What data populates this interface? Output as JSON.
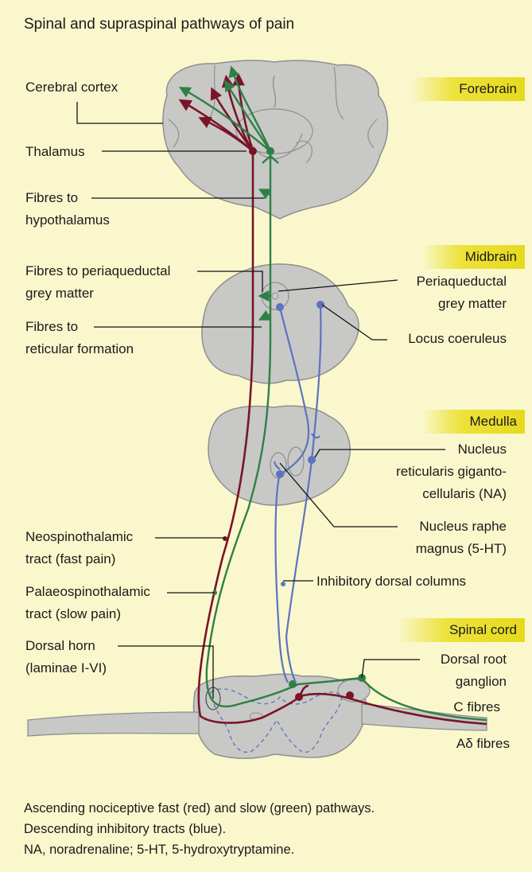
{
  "title": "Spinal and supraspinal pathways of pain",
  "regions": {
    "forebrain": "Forebrain",
    "midbrain": "Midbrain",
    "medulla": "Medulla",
    "spinal_cord": "Spinal cord"
  },
  "labels": {
    "cerebral_cortex": "Cerebral cortex",
    "thalamus": "Thalamus",
    "fibres_hypothalamus_1": "Fibres to",
    "fibres_hypothalamus_2": "hypothalamus",
    "fibres_pag_1": "Fibres to periaqueductal",
    "fibres_pag_2": "grey matter",
    "fibres_reticular_1": "Fibres to",
    "fibres_reticular_2": "reticular formation",
    "pag_1": "Periaqueductal",
    "pag_2": "grey matter",
    "locus_coeruleus": "Locus coeruleus",
    "nrgc_1": "Nucleus",
    "nrgc_2": "reticularis giganto-",
    "nrgc_3": "cellularis (NA)",
    "nrm_1": "Nucleus raphe",
    "nrm_2": "magnus (5-HT)",
    "neospino_1": "Neospinothalamic",
    "neospino_2": "tract (fast pain)",
    "palaeo_1": "Palaeospinothalamic",
    "palaeo_2": "tract (slow pain)",
    "inhibitory_dorsal_columns": "Inhibitory dorsal columns",
    "dorsal_horn_1": "Dorsal horn",
    "dorsal_horn_2": "(laminae I-VI)",
    "drg_1": "Dorsal root",
    "drg_2": "ganglion",
    "c_fibres": "C fibres",
    "a_delta_fibres": "Aδ fibres"
  },
  "caption": {
    "line1": "Ascending nociceptive fast (red) and slow (green) pathways.",
    "line2": "Descending inhibitory tracts (blue).",
    "line3": "NA, noradrenaline; 5-HT, 5-hydroxytryptamine."
  },
  "colors": {
    "background": "#FBF7CD",
    "tissue": "#C8C8C6",
    "tissue_outline": "#8F8F8D",
    "fast_pain": "#7A1428",
    "slow_pain": "#2E8046",
    "inhibitory": "#5C73BF",
    "region_tag": "#E6DA1E"
  }
}
